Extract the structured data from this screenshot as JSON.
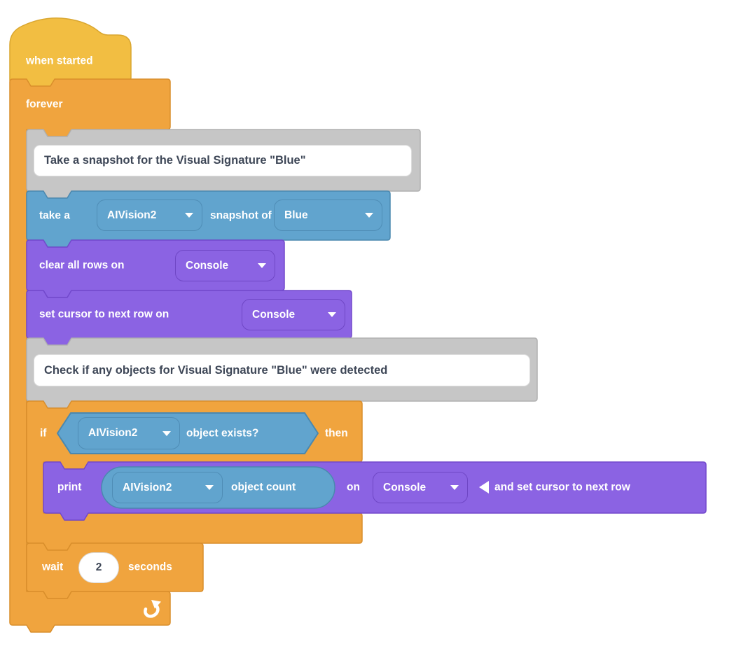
{
  "workspace": {
    "background": "#FFFFFF"
  },
  "palette": {
    "hat_yellow": "#F2BE42",
    "hat_yellow_border": "#D9A62F",
    "control_orange": "#F0A43E",
    "control_orange_border": "#D98E2B",
    "sensing_blue": "#61A4CE",
    "sensing_blue_border": "#4A88AF",
    "console_purple": "#8B63E3",
    "console_purple_border": "#7249CC",
    "comment_gray": "#C6C6C6",
    "comment_gray_border": "#B0B0B0",
    "comment_text": "#3E4757",
    "block_text": "#FFFFFF"
  },
  "icons": {
    "dropdown_arrow": "triangle-down",
    "collapse_arrow": "triangle-left",
    "loop_arrow": "curved-repeat-arrow"
  },
  "blocks": {
    "when_started": {
      "label": "when started"
    },
    "forever": {
      "label": "forever"
    },
    "comment_snapshot": {
      "text": "Take a snapshot for the Visual Signature \"Blue\""
    },
    "take_snapshot": {
      "prefix": "take a",
      "camera": "AIVision2",
      "middle": "snapshot of",
      "signature": "Blue"
    },
    "clear_rows": {
      "label": "clear all rows on",
      "target": "Console"
    },
    "set_cursor": {
      "label": "set cursor to next row on",
      "target": "Console"
    },
    "comment_check": {
      "text": "Check if any objects for Visual Signature \"Blue\" were detected"
    },
    "if_block": {
      "keyword_if": "if",
      "camera": "AIVision2",
      "condition": "object exists?",
      "keyword_then": "then"
    },
    "print_block": {
      "keyword_print": "print",
      "camera": "AIVision2",
      "reporter": "object count",
      "keyword_on": "on",
      "target": "Console",
      "suffix": "and set cursor to next row"
    },
    "wait_block": {
      "keyword_wait": "wait",
      "duration": "2",
      "unit": "seconds"
    }
  }
}
